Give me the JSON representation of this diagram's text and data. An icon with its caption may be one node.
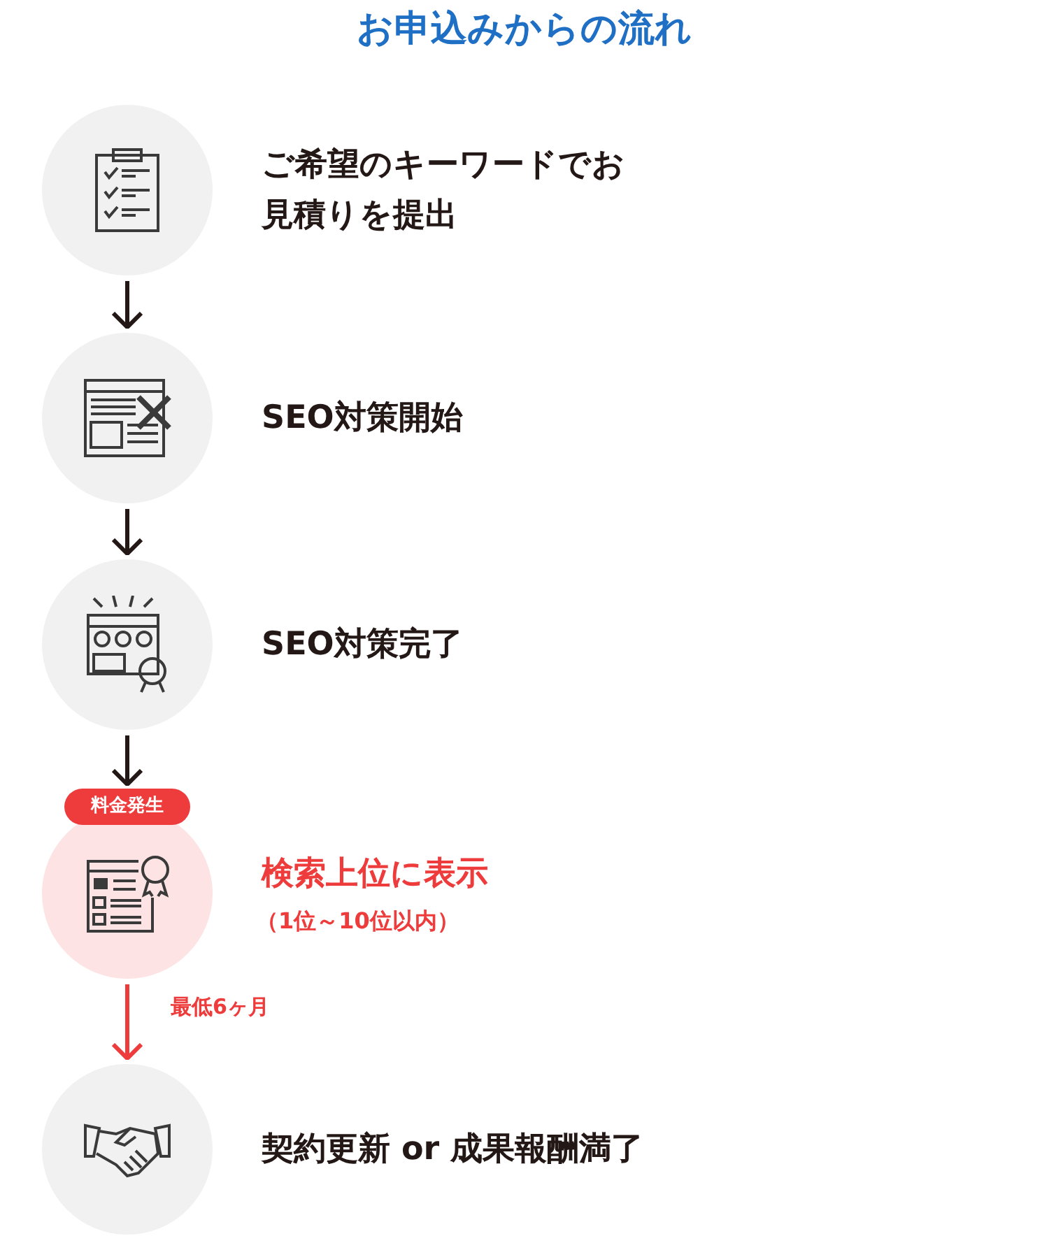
{
  "diagram": {
    "title": "お申込みからの流れ",
    "nodes": [
      {
        "text": [
          "ご希望のキーワードでお見積りを提出"
        ]
      },
      {
        "text": [
          "SEO対策開始"
        ]
      },
      {
        "text": [
          "SEO対策完了"
        ]
      },
      {
        "text": [
          "検索上位に表示",
          "（1位～10位以内）"
        ],
        "beside": [
          "料金発生"
        ]
      },
      {
        "text": [
          "契約更新 or 成果報酬満了"
        ]
      }
    ],
    "edges": [
      {
        "from": 0,
        "to": 1,
        "arrow": "to"
      },
      {
        "from": 1,
        "to": 2,
        "arrow": "to"
      },
      {
        "from": 2,
        "to": 3,
        "arrow": "to"
      },
      {
        "from": 3,
        "to": 4,
        "arrow": "to",
        "label": "最低6ヶ月",
        "color": "#ee3b3b"
      }
    ]
  }
}
